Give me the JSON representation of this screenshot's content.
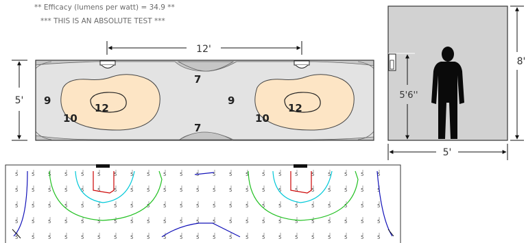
{
  "notes": {
    "efficacy": "**  Efficacy (lumens per watt) = 34.9  **",
    "test": "*** THIS IS AN ABSOLUTE TEST ***"
  },
  "plan": {
    "width_label": "12'",
    "height_label": "5'",
    "contour_labels": [
      "7",
      "9",
      "10",
      "12",
      "9",
      "10",
      "12",
      "7"
    ]
  },
  "elevation": {
    "width_label": "5'",
    "height_label": "8'",
    "mount_label": "5'6''"
  },
  "grid": {
    "point_value": "5"
  },
  "colors": {
    "zone_outer": "#c8c8c8",
    "zone_mid": "#e2e2e2",
    "zone_inner": "#fde5c5",
    "room_fill": "#d2d2d2",
    "figure": "#0a0a0a",
    "iso_red": "#cc0000",
    "iso_cyan": "#00c8d8",
    "iso_green": "#22c022",
    "iso_blue": "#1010b8"
  }
}
